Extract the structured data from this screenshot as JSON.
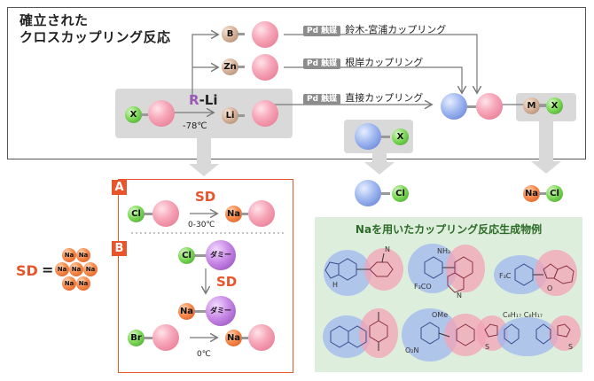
{
  "title_line1": "確立された",
  "title_line2": "クロスカップリング反応",
  "pd_badge": "Pd 触媒",
  "suzuki": "鈴木-宮浦カップリング",
  "negishi": "根岸カップリング",
  "direct": "直接カップリング",
  "r_li": {
    "r": "R",
    "li": "-Li"
  },
  "temp_li": "-78℃",
  "atoms": {
    "b": "B",
    "zn": "Zn",
    "x": "X",
    "li": "Li",
    "m": "M",
    "na": "Na",
    "cl": "Cl",
    "br": "Br"
  },
  "dummy": "ダミー",
  "box_a": "A",
  "box_b": "B",
  "sd": "SD",
  "temp_a": "0-30℃",
  "temp_b": "0℃",
  "sd_eq": "=",
  "examples_title": "Naを用いたカップリング反応生成物例",
  "ex_labels": {
    "nh": "H",
    "nh2": "NH₂",
    "ocf3": "F₃CO",
    "f3c": "F₃C",
    "ome": "OMe",
    "no2": "O₂N",
    "s": "S",
    "chain": "C₈H₁₇ C₈H₁₇",
    "n": "N",
    "o": "O"
  },
  "colors": {
    "accent": "#e8542b",
    "grey_box": "#d9d9d9",
    "panel_green": "#deeedc"
  }
}
